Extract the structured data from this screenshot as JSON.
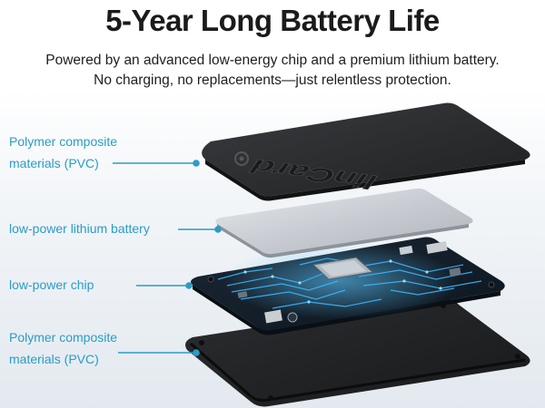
{
  "header": {
    "title": "5-Year Long Battery Life",
    "subtitle": "Powered by an advanced low-energy chip and a premium lithium battery. No charging, no replacements—just relentless protection."
  },
  "callouts": [
    {
      "label": "Polymer composite materials (PVC)"
    },
    {
      "label": "low-power lithium battery"
    },
    {
      "label": "low-power chip"
    },
    {
      "label": "Polymer composite materials (PVC)"
    }
  ],
  "card": {
    "logo_text": "linCard"
  },
  "colors": {
    "accent": "#2a9cc7",
    "title": "#1b1b1b",
    "card": "#2b2c2e",
    "circuit_glow": "#3ab6ff"
  }
}
